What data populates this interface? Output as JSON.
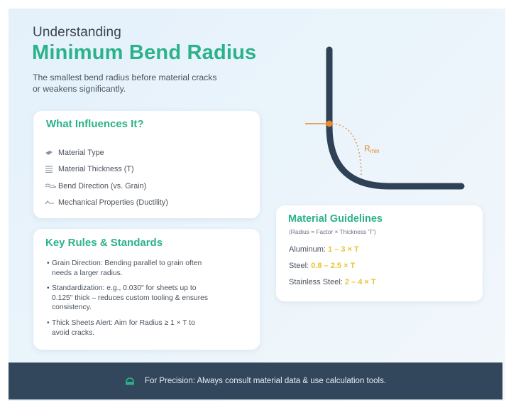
{
  "header": {
    "eyebrow": "Understanding",
    "title": "Minimum Bend Radius",
    "subtitle": "The smallest bend radius before material cracks or weakens significantly."
  },
  "influences": {
    "title": "What Influences It?",
    "items": [
      {
        "icon": "material-sheet-icon",
        "label": "Material Type"
      },
      {
        "icon": "thickness-layers-icon",
        "label": "Material Thickness (T)"
      },
      {
        "icon": "grain-wave-icon",
        "label": "Bend Direction (vs. Grain)"
      },
      {
        "icon": "ductility-curve-icon",
        "label": "Mechanical Properties (Ductility)"
      }
    ]
  },
  "rules": {
    "title": "Key Rules & Standards",
    "items": [
      "Grain Direction: Bending parallel to grain often needs a larger radius.",
      "Standardization: e.g., 0.030\" for sheets up to 0.125\" thick – reduces custom tooling & ensures consistency.",
      "Thick Sheets Alert: Aim for Radius ≥ 1 × T to avoid cracks."
    ]
  },
  "diagram": {
    "label_main": "R",
    "label_sub": "min",
    "colors": {
      "bar": "#2f4156",
      "accent": "#e8892a"
    }
  },
  "materials": {
    "title": "Material Guidelines",
    "note": "(Radius = Factor × Thickness 'T')",
    "rows": [
      {
        "name": "Aluminum:",
        "value": "1 – 3 × T"
      },
      {
        "name": "Steel:",
        "value": "0.8 – 2.5 × T"
      },
      {
        "name": "Stainless Steel:",
        "value": "2 – 4 × T"
      }
    ]
  },
  "footer": {
    "icon": "helmet-icon",
    "text": "For Precision: Always consult material data & use calculation tools."
  },
  "colors": {
    "accent_green": "#2bb28a",
    "value_gold": "#e8c436",
    "footer_bg": "#33475c",
    "panel_bg": "#e6f2fb"
  }
}
